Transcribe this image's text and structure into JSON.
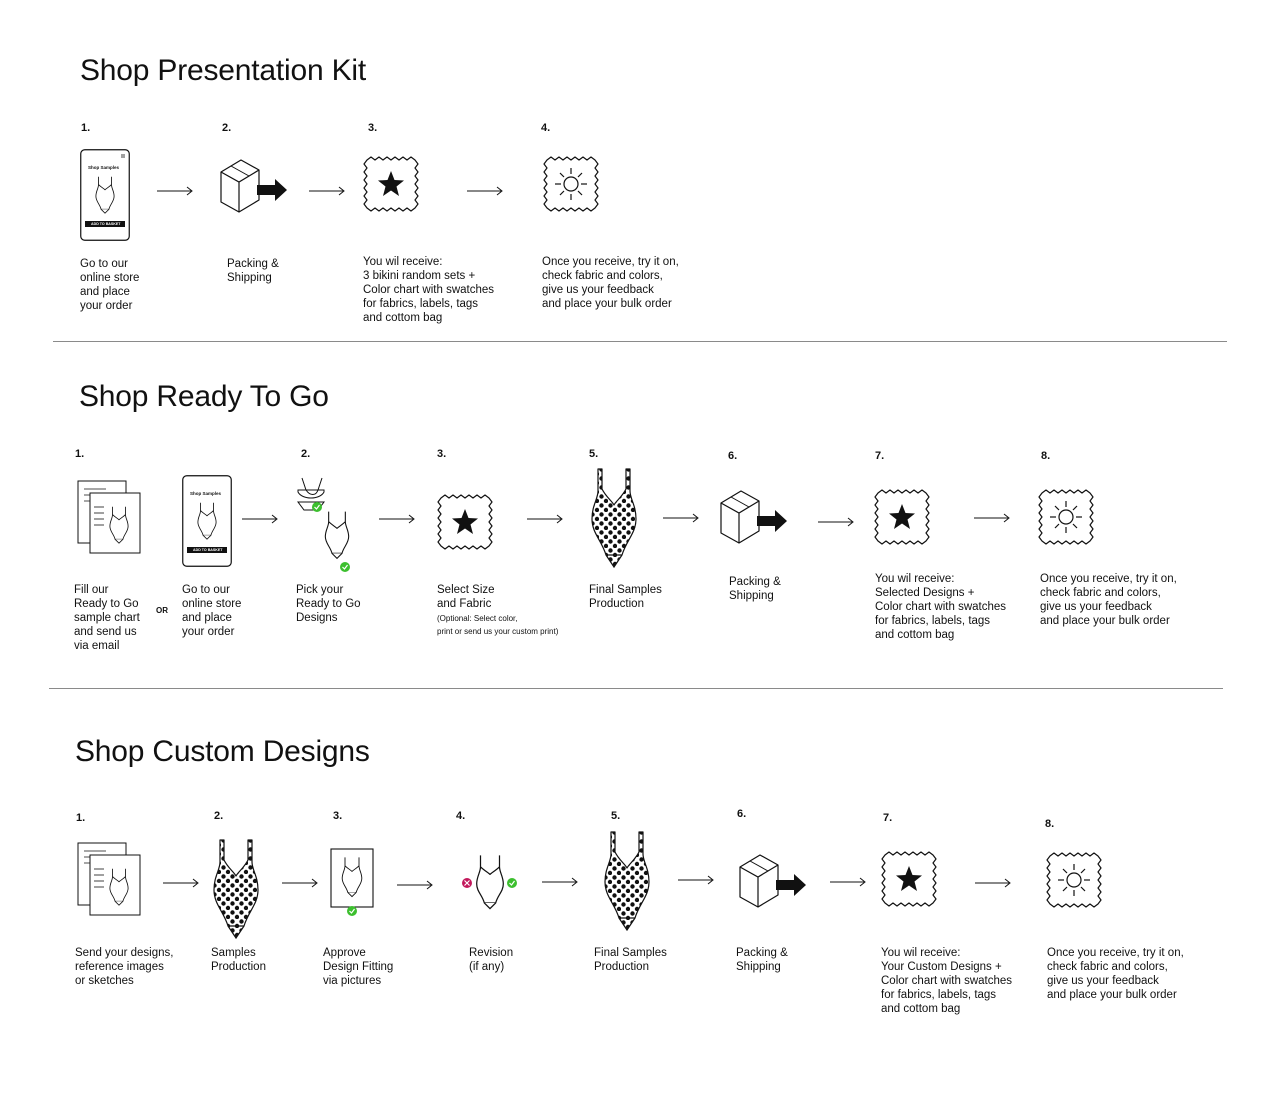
{
  "sections": {
    "presentation": {
      "title": "Shop Presentation Kit",
      "steps": [
        {
          "num": "1.",
          "caption": "Go to our\nonline store\nand place\nyour order",
          "icon": "phone-shop-icon"
        },
        {
          "num": "2.",
          "caption": "Packing &\nShipping",
          "icon": "box-shipping-icon"
        },
        {
          "num": "3.",
          "caption": "You wil receive:\n3 bikini random sets +\nColor chart with swatches\nfor fabrics, labels, tags\nand cottom bag",
          "icon": "swatch-star-icon"
        },
        {
          "num": "4.",
          "caption": "Once you receive, try it on,\ncheck fabric and colors,\ngive us your feedback\nand place your bulk order",
          "icon": "swatch-sun-icon"
        }
      ]
    },
    "ready": {
      "title": "Shop Ready To Go",
      "or_label": "OR",
      "steps": [
        {
          "num": "1.",
          "caption": "Fill our\nReady to Go\nsample chart\nand send us\nvia email",
          "icon": "documents-icon"
        },
        {
          "num": "",
          "caption": "Go to our\nonline store\nand place\nyour order",
          "icon": "phone-shop-icon"
        },
        {
          "num": "2.",
          "caption": "Pick your\nReady to Go\nDesigns",
          "icon": "pick-designs-icon"
        },
        {
          "num": "3.",
          "caption": "Select Size\nand Fabric",
          "note": "(Optional: Select color,\nprint or send us your custom print)",
          "icon": "swatch-star-icon"
        },
        {
          "num": "5.",
          "caption": "Final Samples\nProduction",
          "icon": "polka-swimsuit-icon"
        },
        {
          "num": "6.",
          "caption": "Packing &\nShipping",
          "icon": "box-shipping-icon"
        },
        {
          "num": "7.",
          "caption": "You wil receive:\nSelected Designs +\nColor chart with swatches\nfor fabrics, labels, tags\nand cottom bag",
          "icon": "swatch-star-icon"
        },
        {
          "num": "8.",
          "caption": "Once you receive, try it on,\ncheck fabric and colors,\ngive us your feedback\nand place your bulk order",
          "icon": "swatch-sun-icon"
        }
      ]
    },
    "custom": {
      "title": "Shop Custom Designs",
      "steps": [
        {
          "num": "1.",
          "caption": "Send your designs,\nreference images\nor sketches",
          "icon": "documents-icon"
        },
        {
          "num": "2.",
          "caption": "Samples\nProduction",
          "icon": "polka-swimsuit-icon"
        },
        {
          "num": "3.",
          "caption": "Approve\nDesign Fitting\nvia pictures",
          "icon": "fitting-photo-icon"
        },
        {
          "num": "4.",
          "caption": "Revision\n(if any)",
          "icon": "revision-swimsuit-icon"
        },
        {
          "num": "5.",
          "caption": "Final Samples\nProduction",
          "icon": "polka-swimsuit-icon"
        },
        {
          "num": "6.",
          "caption": "Packing &\nShipping",
          "icon": "box-shipping-icon"
        },
        {
          "num": "7.",
          "caption": "You wil receive:\nYour Custom Designs +\nColor chart with swatches\nfor fabrics, labels, tags\nand cottom bag",
          "icon": "swatch-star-icon"
        },
        {
          "num": "8.",
          "caption": "Once you receive, try it on,\ncheck fabric and colors,\ngive us your feedback\nand place your bulk order",
          "icon": "swatch-sun-icon"
        }
      ]
    }
  },
  "phone": {
    "header": "Shop Samples",
    "button": "ADD TO BASKET"
  },
  "colors": {
    "ink": "#111111",
    "check": "#3cbf2e",
    "cross": "#c2185b",
    "divider": "#8a8a8a"
  }
}
